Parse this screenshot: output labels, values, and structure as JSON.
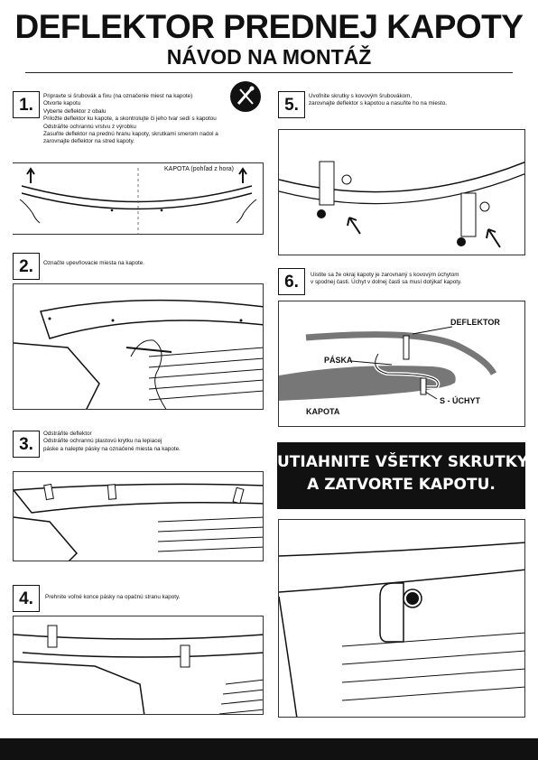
{
  "header": {
    "title": "DEFLEKTOR PREDNEJ KAPOTY",
    "subtitle": "NÁVOD NA MONTÁŽ"
  },
  "steps": [
    {
      "number": "1.",
      "lines": [
        "Pripravte si šrubovák a fixu (na označenie miest na kapote)",
        "Otvorte kapotu",
        "Vyberte deflektor z obalu",
        "Priložte deflektor ku kapote, a skontrolujte či jeho tvar sedí s kapotou",
        "Odstráňte ochrannú vrstvu z výrobku",
        "Zasuňte deflektor na prednú hranu kapoty, skrutkami smerom nadol a",
        "zarovnajte deflektor na stred kapoty."
      ],
      "figure_label": "KAPOTA (pohľad z hora)"
    },
    {
      "number": "2.",
      "lines": [
        "Označte upevňovacie miesta na kapote."
      ]
    },
    {
      "number": "3.",
      "lines": [
        "Odstráňte deflektor",
        "Odstráňte ochrannú plastovú krytku na lepiacej",
        "páske a nalepte pásky na označené miesta na kapote."
      ]
    },
    {
      "number": "4.",
      "lines": [
        "Prehnite voľné konce pásky na opačnú stranu kapoty."
      ]
    },
    {
      "number": "5.",
      "lines": [
        "Uvoľnite skrutky s kovovým šrubovákom,",
        "zarovnajte deflektor s kapotou a nasuňte ho na miesto."
      ]
    },
    {
      "number": "6.",
      "lines": [
        "Uistite sa že okraj kapoty je zarovnaný s kovovým úchytom",
        "v spodnej časti. Úchyt v dolnej časti sa musí dotýkať kapoty."
      ],
      "labels": {
        "deflektor": "DEFLEKTOR",
        "paska": "PÁSKA",
        "s_uchyt": "S - ÚCHYT",
        "kapota": "KAPOTA"
      }
    }
  ],
  "callout": {
    "line1": "UTIAHNITE VŠETKY SKRUTKY",
    "line2": "A ZATVORTE KAPOTU."
  }
}
